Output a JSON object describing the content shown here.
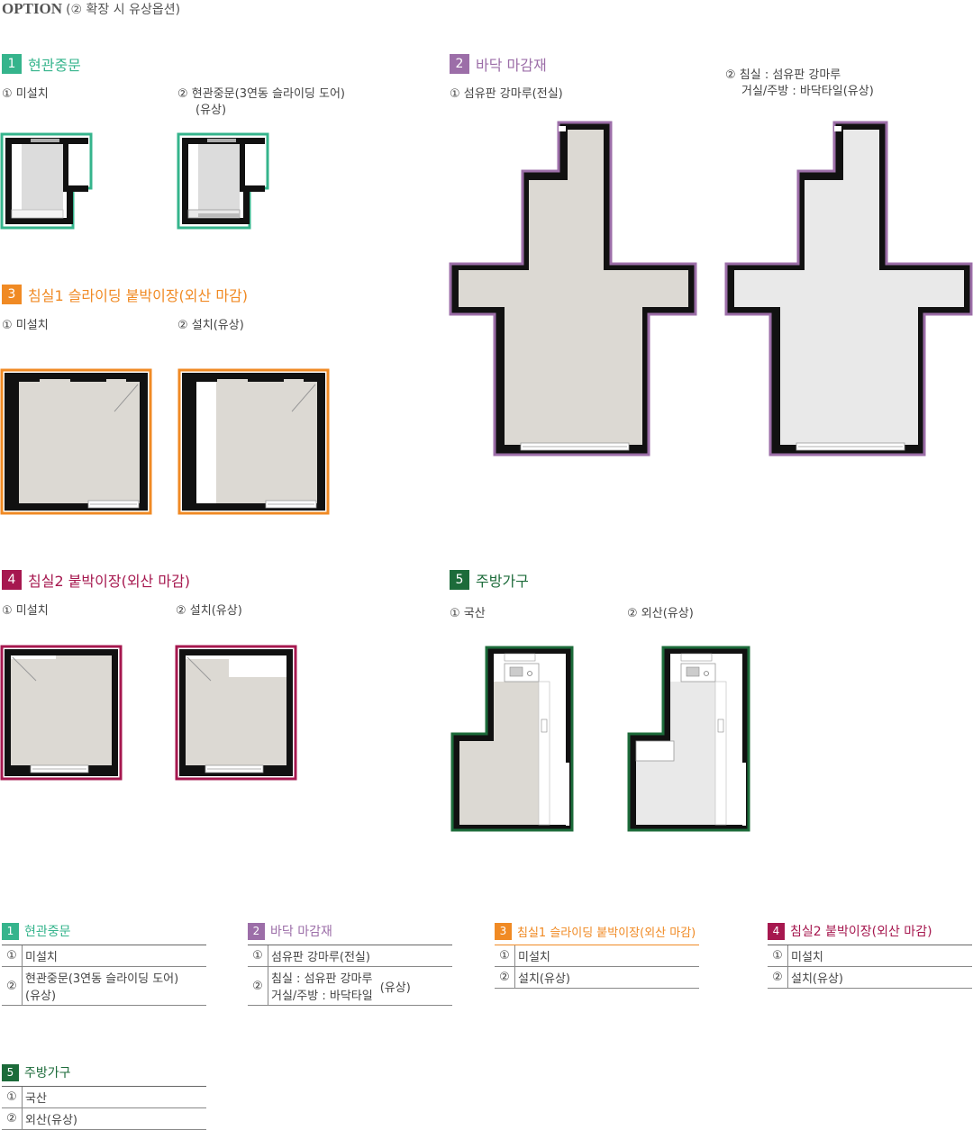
{
  "header": {
    "title": "OPTION",
    "subtitle": "(② 확장 시 유상옵션)"
  },
  "colors": {
    "teal": "#35b48c",
    "purple": "#9c6ea8",
    "orange": "#f08a24",
    "crimson": "#a6184f",
    "green": "#1c6b3a",
    "floor": "#dcd9d3",
    "floor_light": "#e9e9e9"
  },
  "sections": [
    {
      "num": "1",
      "title": "현관중문",
      "opt1": "① 미설치",
      "opt2_line1": "② 현관중문(3연동 슬라이딩 도어)",
      "opt2_line2": "(유상)"
    },
    {
      "num": "2",
      "title": "바닥 마감재",
      "opt1": "① 섬유판 강마루(전실)",
      "opt2_line1": "② 침실 : 섬유판 강마루",
      "opt2_line2": "거실/주방 : 바닥타일(유상)"
    },
    {
      "num": "3",
      "title": "침실1 슬라이딩 붙박이장(외산 마감)",
      "opt1": "① 미설치",
      "opt2": "② 설치(유상)"
    },
    {
      "num": "4",
      "title": "침실2 붙박이장(외산 마감)",
      "opt1": "① 미설치",
      "opt2": "② 설치(유상)"
    },
    {
      "num": "5",
      "title": "주방가구",
      "opt1": "① 국산",
      "opt2": "② 외산(유상)"
    }
  ],
  "summary": [
    {
      "num": "1",
      "title": "현관중문",
      "rows": [
        {
          "c": "①",
          "t": "미설치"
        },
        {
          "c": "②",
          "t1": "현관중문(3연동 슬라이딩 도어)",
          "t2": "(유상)"
        }
      ]
    },
    {
      "num": "2",
      "title": "바닥 마감재",
      "rows": [
        {
          "c": "①",
          "t": "섬유판 강마루(전실)"
        },
        {
          "c": "②",
          "t1": "침실 : 섬유판 강마루",
          "t2": "거실/주방 : 바닥타일",
          "t3": "(유상)"
        }
      ]
    },
    {
      "num": "3",
      "title": "침실1 슬라이딩 붙박이장(외산 마감)",
      "rows": [
        {
          "c": "①",
          "t": "미설치"
        },
        {
          "c": "②",
          "t": "설치(유상)"
        }
      ]
    },
    {
      "num": "4",
      "title": "침실2 붙박이장(외산 마감)",
      "rows": [
        {
          "c": "①",
          "t": "미설치"
        },
        {
          "c": "②",
          "t": "설치(유상)"
        }
      ]
    },
    {
      "num": "5",
      "title": "주방가구",
      "rows": [
        {
          "c": "①",
          "t": "국산"
        },
        {
          "c": "②",
          "t": "외산(유상)"
        }
      ]
    }
  ]
}
